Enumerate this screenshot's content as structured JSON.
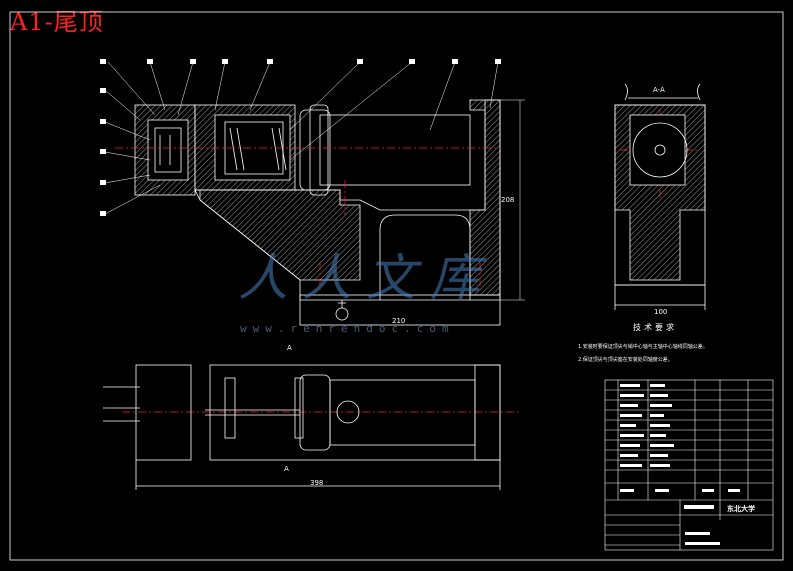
{
  "title": "A1-尾顶",
  "drawing": {
    "dimensions": {
      "height_main": "208",
      "width_side_view": "100",
      "width_bottom": "398",
      "depth_marker": "210"
    },
    "section_labels": {
      "view_marker_a": "A",
      "view_a_a": "A-A",
      "section_a_bottom": "A"
    },
    "tech_requirements": {
      "title": "技术要求",
      "items": [
        "1.安装时要保证顶尖与销中心轴与主轴中心轴线同轴公差。",
        "2.保证顶尖与顶尖座在安装处同轴度公差。"
      ]
    },
    "title_block": {
      "school": "东北大学"
    },
    "watermark": {
      "chinese": "人人文库",
      "url": "www.renrendoc.com"
    },
    "colors": {
      "background": "#000000",
      "lines": "#ffffff",
      "centerline": "#ff2020",
      "title": "#ff2020",
      "watermark": "#3c78b4"
    }
  }
}
